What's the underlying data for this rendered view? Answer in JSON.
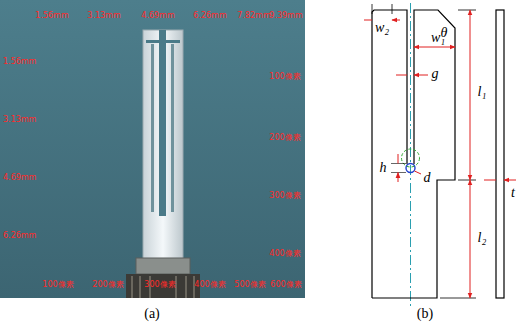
{
  "diagram": {
    "labels": [
      "1.56mm",
      "3.13mm",
      "4.69mm",
      "6.26mm",
      "7.82mm",
      "9.39mm",
      "1.56mm",
      "3.13mm",
      "4.69mm",
      "6.26mm",
      "100像素",
      "200像素",
      "300像素",
      "400像素",
      "100像素",
      "200像素",
      "300像素",
      "400像素",
      "500像素",
      "600像素",
      "(a)",
      "w₂",
      "θ",
      "w₁",
      "g",
      "l₁",
      "h",
      "d",
      "l₂",
      "t",
      "(b)"
    ]
  }
}
